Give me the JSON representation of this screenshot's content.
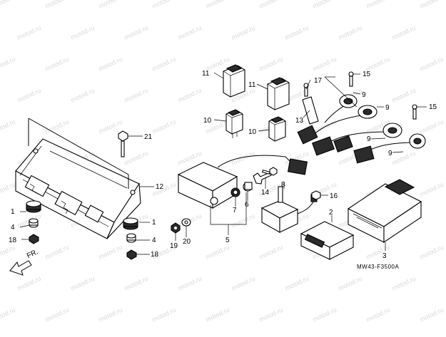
{
  "watermark": "motod.ru",
  "diagram_code": "MW43-F3500A",
  "direction_label": "FR.",
  "callouts": {
    "n1": "1",
    "n2": "2",
    "n3": "3",
    "n4": "4",
    "n5": "5",
    "n6": "6",
    "n7": "7",
    "n8": "8",
    "n9": "9",
    "n10": "10",
    "n11": "11",
    "n12": "12",
    "n13": "13",
    "n14": "14",
    "n15": "15",
    "n16": "16",
    "n17": "17",
    "n18": "18",
    "n19": "19",
    "n20": "20",
    "n21": "21"
  }
}
